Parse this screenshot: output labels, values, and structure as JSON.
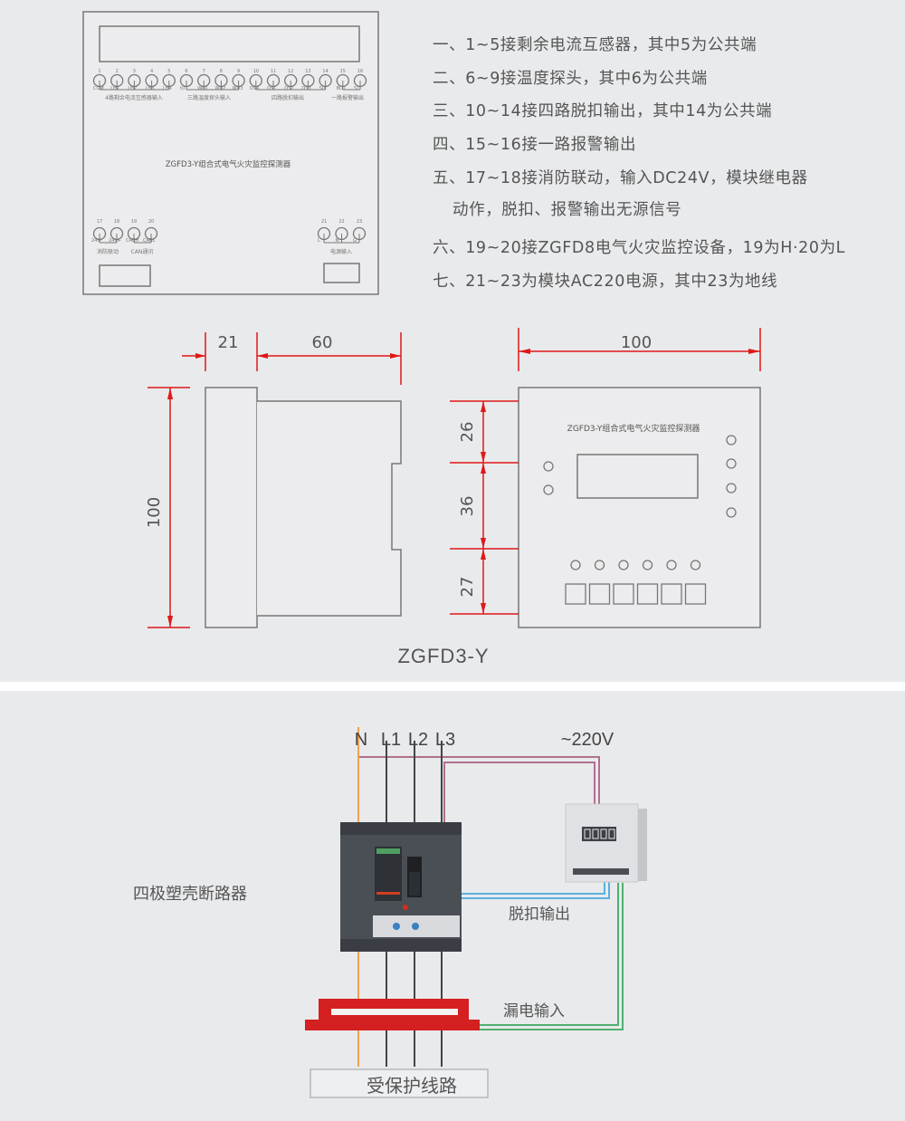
{
  "front_panel": {
    "title": "ZGFD3-Y组合式电气火灾监控探测器",
    "top_terminal_numbers": [
      "1",
      "2",
      "3",
      "4",
      "5",
      "6",
      "7",
      "8",
      "9",
      "10",
      "11",
      "12",
      "13",
      "14",
      "15",
      "16"
    ],
    "top_groups": [
      "4路剩余电流互感器输入",
      "三路温度探头输入",
      "四路脱扣输出",
      "一路报警输出"
    ],
    "top_sub_labels": [
      "COM",
      "LH1",
      "LH2",
      "LH3",
      "LH4",
      "t0",
      "WD1",
      "WD2",
      "WD3",
      "OS4",
      "OS1",
      "OS2",
      "OS3",
      "S0",
      "BO1",
      "S1"
    ],
    "bottom_left_numbers": [
      "17",
      "18",
      "19",
      "20"
    ],
    "bottom_left_sub_labels": [
      "24V-",
      "24V+",
      "CANH",
      "CANL"
    ],
    "bottom_left_groups": [
      "消防联动",
      "CAN通讯"
    ],
    "bottom_right_numbers": [
      "21",
      "22",
      "23"
    ],
    "bottom_right_sub_labels": [
      "L",
      "N",
      "G"
    ],
    "bottom_right_group": "电源输入"
  },
  "notes": [
    "一、1~5接剩余电流互感器，其中5为公共端",
    "二、6~9接温度探头，其中6为公共端",
    "三、10~14接四路脱扣输出，其中14为公共端",
    "四、15~16接一路报警输出",
    "五、17~18接消防联动，输入DC24V，模块继电器",
    "动作，脱扣、报警输出无源信号",
    "六、19~20接ZGFD8电气火灾监控设备，19为H·20为L",
    "七、21~23为模块AC220电源，其中23为地线"
  ],
  "dimensions": {
    "side_depth_front": "21",
    "side_depth_body": "60",
    "side_height": "100",
    "front_width": "100",
    "front_seg_top": "26",
    "front_seg_mid": "36",
    "front_seg_bottom": "27",
    "front_title": "ZGFD3-Y组合式电气火灾监控探测器"
  },
  "model_label": "ZGFD3-Y",
  "wiring": {
    "phase_labels": [
      "N",
      "L1",
      "L2",
      "L3"
    ],
    "supply_label": "~220V",
    "breaker_label": "四极塑壳断路器",
    "trip_output_label": "脱扣输出",
    "leakage_input_label": "漏电输入",
    "protected_line_label": "受保护线路",
    "colors": {
      "neutral": "#f0a050",
      "phase": "#444444",
      "supply": "#b07090",
      "trip": "#5ab0e0",
      "leakage": "#50b070",
      "transformer": "#d42020",
      "dimension": "#e01818"
    }
  }
}
